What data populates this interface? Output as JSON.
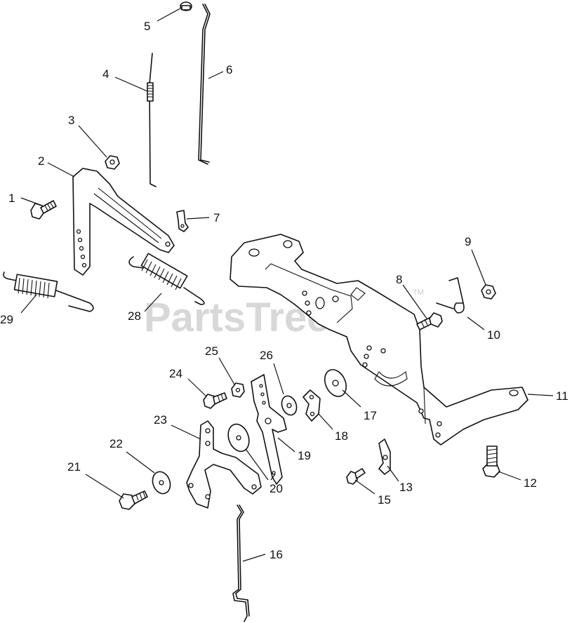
{
  "watermark": {
    "text": "PartsTree",
    "trademark": "TM"
  },
  "callouts": {
    "c1": "1",
    "c2": "2",
    "c3": "3",
    "c4": "4",
    "c5": "5",
    "c6": "6",
    "c7": "7",
    "c8": "8",
    "c9": "9",
    "c10": "10",
    "c11": "11",
    "c12": "12",
    "c13": "13",
    "c15": "15",
    "c16": "16",
    "c17": "17",
    "c18": "18",
    "c19": "19",
    "c20": "20",
    "c21": "21",
    "c22": "22",
    "c23": "23",
    "c24": "24",
    "c25": "25",
    "c26": "26",
    "c28": "28",
    "c29": "29"
  }
}
